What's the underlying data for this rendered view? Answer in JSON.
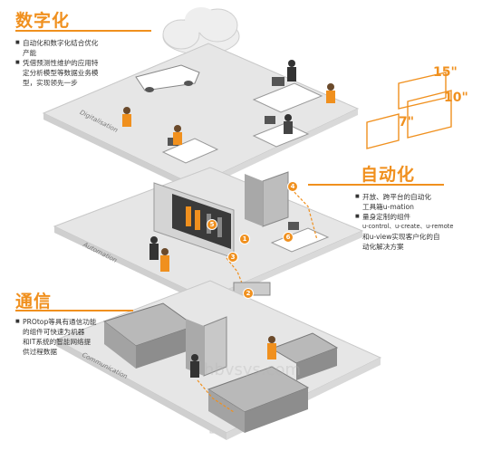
{
  "sections": {
    "digitalisation": {
      "heading": "数字化",
      "bullets": [
        "自动化和数字化结合优化",
        "产能",
        "凭借预测性维护的应用特",
        "定分析模型等数据业务模",
        "型，实现领先一步"
      ],
      "layer_label": "Digitalisation"
    },
    "automation": {
      "heading": "自动化",
      "bullets": [
        "开放、跨平台的自动化",
        "工具箱u-mation",
        "量身定制的组件",
        "u-control、u-create、u-remote",
        "和u-view实现客户化的自",
        "动化解决方案"
      ],
      "layer_label": "Automation"
    },
    "communication": {
      "heading": "通信",
      "bullets": [
        "PROtop等具有通信功能",
        "的组件可快速为机器",
        "和IT系统的智能网络提",
        "供过程数据"
      ],
      "layer_label": "Communication"
    }
  },
  "screen_sizes": [
    "15\"",
    "10\"",
    "7\""
  ],
  "markers": [
    "1",
    "2",
    "3",
    "4",
    "5",
    "6"
  ],
  "watermark": "hbvsys.com",
  "colors": {
    "accent": "#f0901e",
    "floor": "#e4e4e4",
    "floor_edge": "#c8c8c8",
    "machine": "#9a9a9a"
  }
}
